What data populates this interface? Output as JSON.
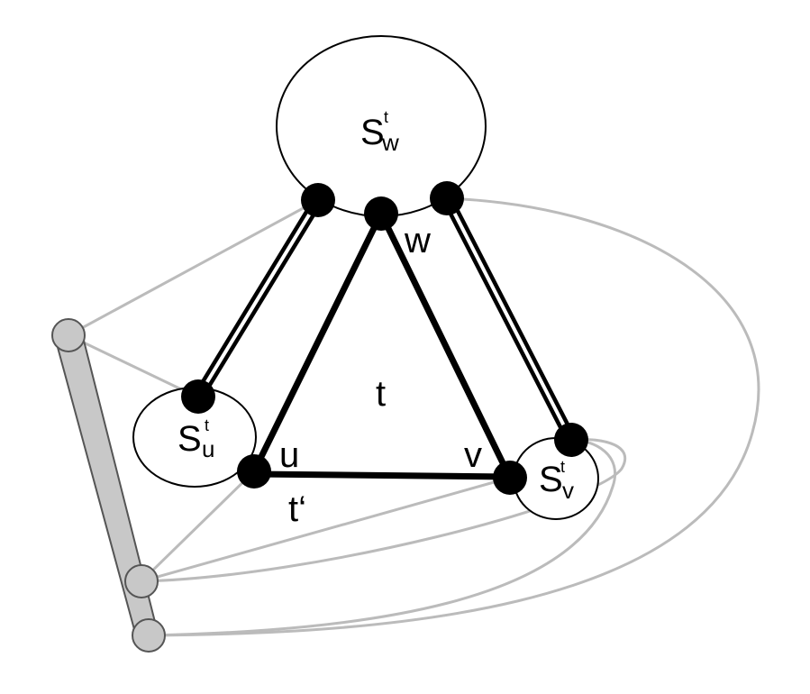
{
  "colors": {
    "background": "#ffffff",
    "primary": "#000000",
    "secondary": "#bbbbbb",
    "secondary_fill": "#c8c8c8"
  },
  "labels": {
    "set_w": {
      "base": "S",
      "sub": "w",
      "sup": "t"
    },
    "set_u": {
      "base": "S",
      "sub": "u",
      "sup": "t"
    },
    "set_v": {
      "base": "S",
      "sub": "v",
      "sup": "t"
    },
    "vertex_w": "w",
    "vertex_u": "u",
    "vertex_v": "v",
    "triangle_t": "t",
    "triangle_t_prime": "t‘"
  }
}
